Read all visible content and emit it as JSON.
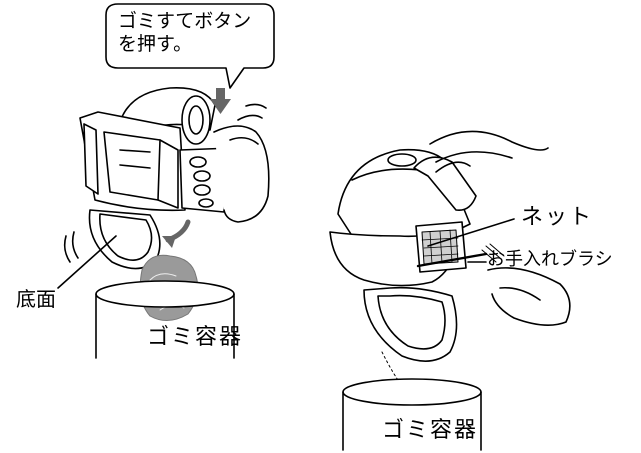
{
  "callout": {
    "text": "ゴミすてボタン\nを押す。"
  },
  "labels": {
    "bottom": "底面",
    "bin_left": "ゴミ容器",
    "bin_right": "ゴミ容器",
    "net": "ネット",
    "brush": "お手入れブラシ"
  },
  "colors": {
    "line": "#000000",
    "arrow": "#666666",
    "dust": "#9a9a9a",
    "background": "#ffffff"
  }
}
